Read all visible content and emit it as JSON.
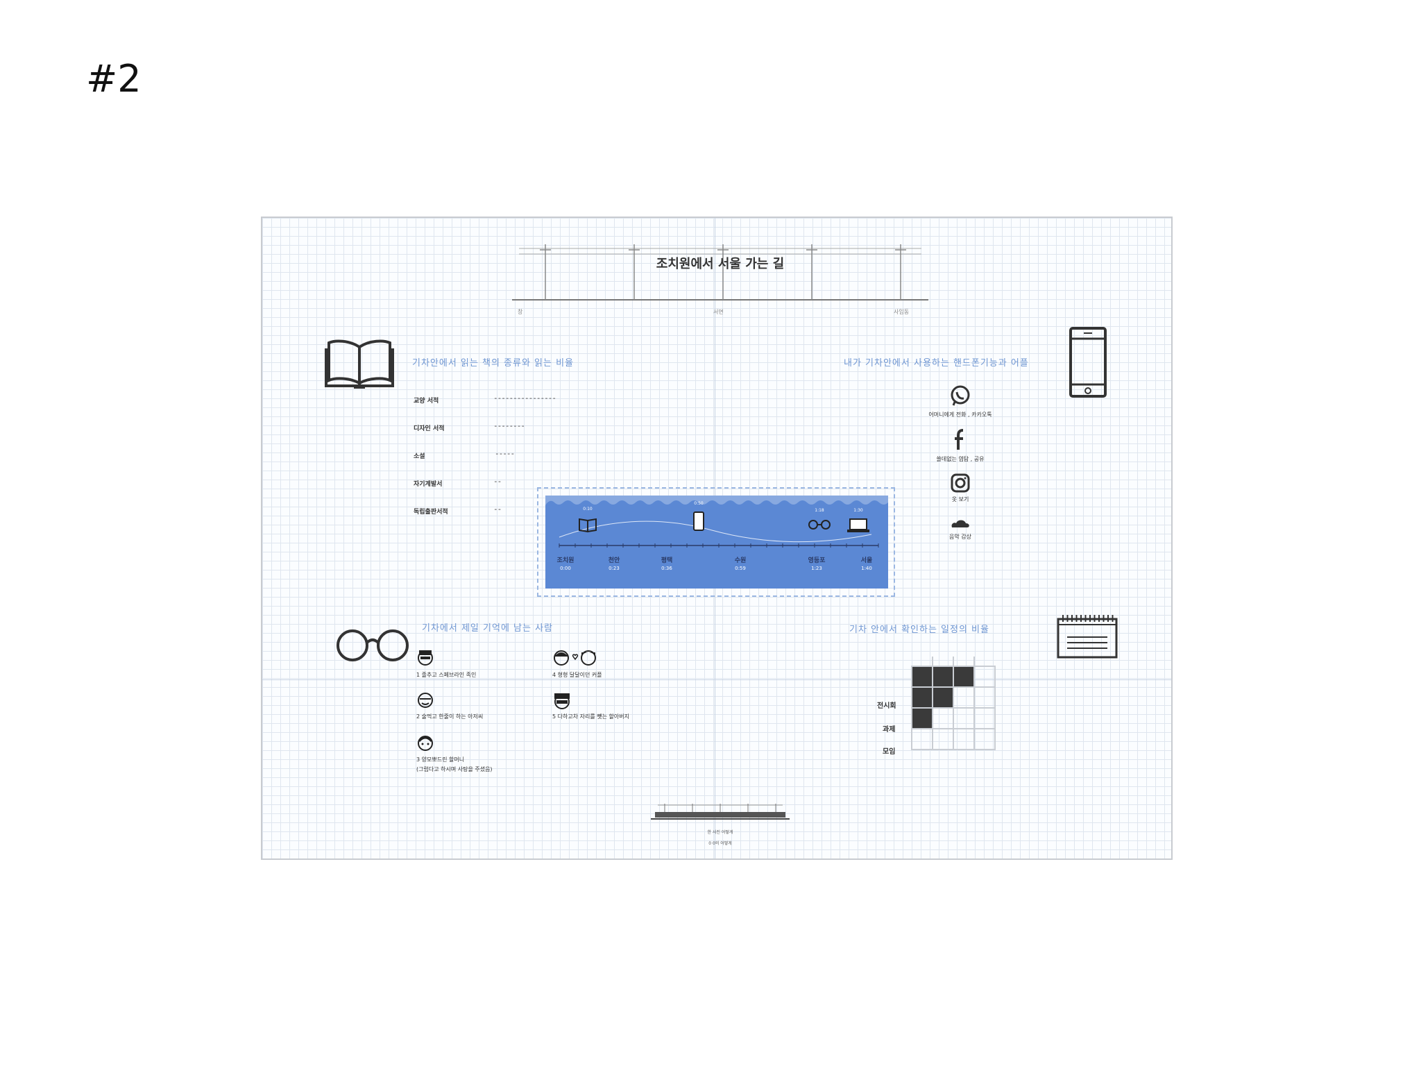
{
  "slide_number": "#2",
  "title": {
    "main": "조치원에서 서울 가는 길",
    "line_labels": [
      "창",
      "서면",
      "사임동"
    ]
  },
  "books": {
    "title": "기차안에서 읽는 책의 종류와 읽는 비율",
    "icon": "open-book-icon",
    "rows": [
      {
        "label": "교양 서적",
        "dashes": "----------------"
      },
      {
        "label": "디자인 서적",
        "dashes": "--------"
      },
      {
        "label": "소설",
        "dashes": "-----"
      },
      {
        "label": "자기계발서",
        "dashes": "--"
      },
      {
        "label": "독립출판서적",
        "dashes": "--"
      }
    ]
  },
  "phone": {
    "title": "내가 기차안에서 사용하는 핸드폰기능과 어플",
    "icon": "smartphone-icon",
    "apps": [
      {
        "icon": "whatsapp-icon",
        "label": "어머니에게 전화 , 카카오톡"
      },
      {
        "icon": "facebook-icon",
        "label": "쓸데없는 염탐 , 공유"
      },
      {
        "icon": "instagram-icon",
        "label": "옷 보기"
      },
      {
        "icon": "cloud-music-icon",
        "label": "음악 감상"
      }
    ]
  },
  "timeline": {
    "stations": [
      {
        "name": "조치원",
        "time": "0:00"
      },
      {
        "name": "천안",
        "time": "0:23"
      },
      {
        "name": "평택",
        "time": "0:36"
      },
      {
        "name": "수원",
        "time": "0:59"
      },
      {
        "name": "영등포",
        "time": "1:23"
      },
      {
        "name": "서울",
        "time": "1:40"
      }
    ],
    "markers": [
      {
        "icon": "book-icon",
        "time": "0:10"
      },
      {
        "icon": "phone-icon",
        "time": "0:50"
      },
      {
        "icon": "glasses-icon",
        "time": "1:18"
      },
      {
        "icon": "laptop-icon",
        "time": "1:30"
      }
    ]
  },
  "people": {
    "title": "기차에서 제일 기억에 남는 사람",
    "icon": "glasses-icon",
    "items": [
      {
        "label": "1 졸추고 스페브라인 족인"
      },
      {
        "label": "2 술먹고 한줄이 하는 아저씨"
      },
      {
        "label": "3 양모뽀드린 할머니",
        "sub": "(그럽다고 하시며 사탕을 주셨음)"
      },
      {
        "label": "4 형형 달달이던 커플"
      },
      {
        "label": "5 다하고차 자리를 뺏는 할아버지"
      }
    ]
  },
  "schedule": {
    "title": "기차 안에서 확인하는 일정의 비율",
    "icon": "calendar-icon",
    "rows": [
      {
        "label": "전시회",
        "filled": 3
      },
      {
        "label": "과제",
        "filled": 2
      },
      {
        "label": "모임",
        "filled": 1
      }
    ]
  },
  "footer": {
    "line1": "한 사진 어떻게",
    "line2": "0 0의 어떻게"
  }
}
